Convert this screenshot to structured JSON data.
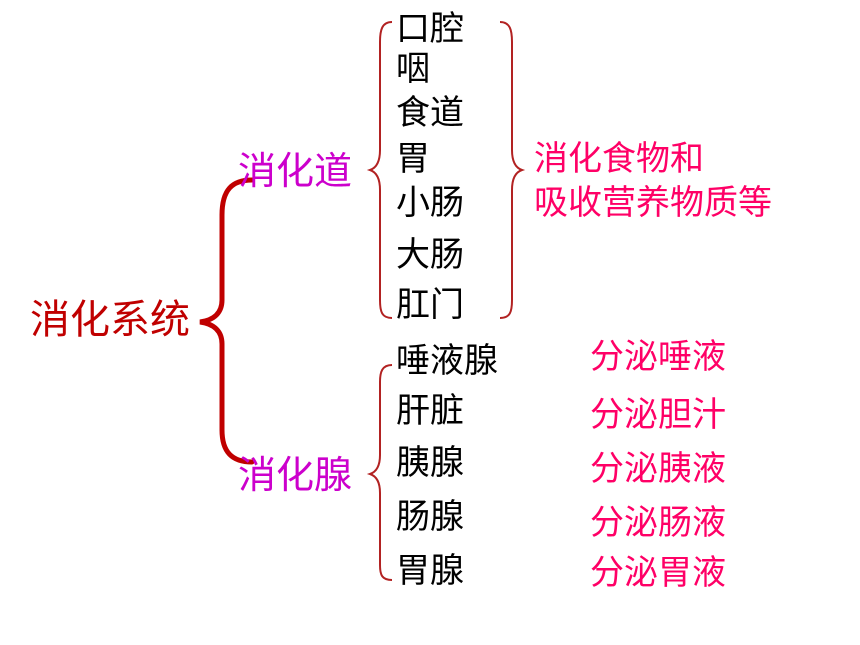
{
  "root": "消化系统",
  "tract": {
    "label": "消化道",
    "organs": [
      "口腔",
      "咽",
      "食道",
      "胃",
      "小肠",
      "大肠",
      "肛门"
    ],
    "function": [
      "消化食物和",
      "吸收营养物质等"
    ]
  },
  "glands": {
    "label": "消化腺",
    "items": [
      {
        "name": "唾液腺",
        "function": "分泌唾液"
      },
      {
        "name": "肝脏",
        "function": "分泌胆汁"
      },
      {
        "name": "胰腺",
        "function": "分泌胰液"
      },
      {
        "name": "肠腺",
        "function": "分泌肠液"
      },
      {
        "name": "胃腺",
        "function": "分泌胃液"
      }
    ]
  },
  "colors": {
    "root": "#c00000",
    "branch": "#cc00cc",
    "function": "#ff0066",
    "brace_main": "#c00000",
    "brace_sub": "#c00000"
  }
}
